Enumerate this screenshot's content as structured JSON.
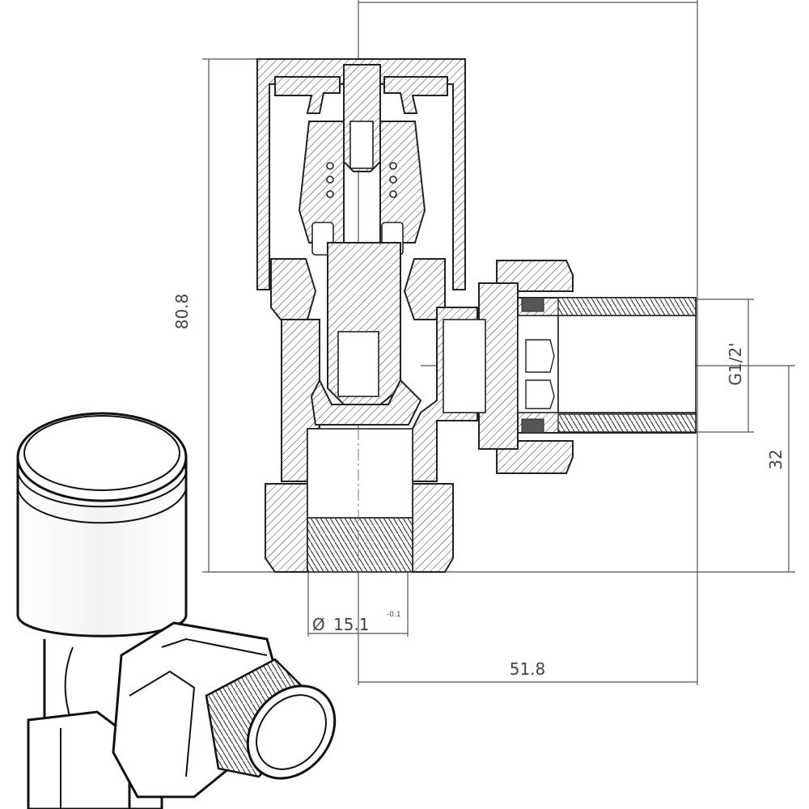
{
  "dimensions": {
    "height": "80.8",
    "width": "51.8",
    "offset": "32",
    "thread": "G1/2'",
    "bore_symbol": "Ø",
    "bore": "15.1",
    "bore_tolerance": "-0.1"
  },
  "colors": {
    "line": "#222222",
    "dimension": "#555555",
    "background": "#ffffff"
  }
}
